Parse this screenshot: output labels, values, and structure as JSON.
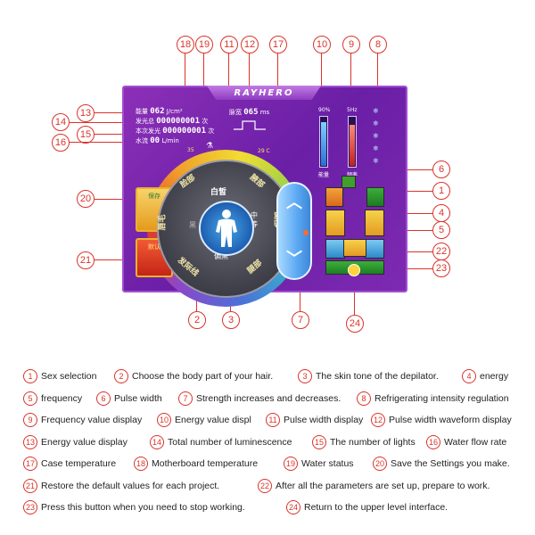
{
  "device": {
    "brand": "RAYHERO",
    "energy": {
      "label": "能量",
      "value": "062",
      "unit": "J/cm²"
    },
    "total_flashes": {
      "label": "发光总",
      "value": "000000001",
      "unit": "次"
    },
    "current_flashes": {
      "label": "本次发光",
      "value": "000000001",
      "unit": "次"
    },
    "water_flow": {
      "label": "水流",
      "value": "00",
      "unit": "L/min"
    },
    "pulse_width": {
      "label": "脉宽",
      "value": "065",
      "unit": "ms"
    },
    "energy_percent": "90%",
    "frequency": "5Hz",
    "energy_bar_label": "能量",
    "frequency_bar_label": "频率",
    "energy_level": 0.9,
    "frequency_level": 0.85,
    "board_temp": "35",
    "case_temp": "29 C",
    "save_label": "保存",
    "default_label": "默认",
    "dial": {
      "top_left": "脸部",
      "top_right": "腋部",
      "right": "腿部",
      "bottom_right": "腿部",
      "bottom_left": "发际线",
      "left": "唇毛",
      "skin_white": "白皙",
      "skin_mid": "中等",
      "skin_dark": "偏黑",
      "skin_black": "黑"
    }
  },
  "callouts": [
    "1",
    "2",
    "3",
    "4",
    "5",
    "6",
    "7",
    "8",
    "9",
    "10",
    "11",
    "12",
    "13",
    "14",
    "15",
    "16",
    "17",
    "18",
    "19",
    "20",
    "21",
    "22",
    "23",
    "24"
  ],
  "legend": [
    [
      {
        "n": "1",
        "t": "Sex selection"
      },
      {
        "n": "2",
        "t": "Choose the body part of your hair."
      },
      {
        "n": "3",
        "t": "The skin tone of the depilator."
      },
      {
        "n": "4",
        "t": "energy"
      }
    ],
    [
      {
        "n": "5",
        "t": "frequency"
      },
      {
        "n": "6",
        "t": "Pulse width"
      },
      {
        "n": "7",
        "t": "Strength increases and decreases."
      },
      {
        "n": "8",
        "t": "Refrigerating intensity regulation"
      }
    ],
    [
      {
        "n": "9",
        "t": "Frequency value display"
      },
      {
        "n": "10",
        "t": "Energy value displ"
      },
      {
        "n": "11",
        "t": "Pulse width display"
      },
      {
        "n": "12",
        "t": "Pulse width waveform display"
      }
    ],
    [
      {
        "n": "13",
        "t": "Energy value display"
      },
      {
        "n": "14",
        "t": "Total number of luminescence"
      },
      {
        "n": "15",
        "t": "The number of lights"
      },
      {
        "n": "16",
        "t": "Water flow rate"
      }
    ],
    [
      {
        "n": "17",
        "t": "Case temperature"
      },
      {
        "n": "18",
        "t": "Motherboard temperature"
      },
      {
        "n": "19",
        "t": "Water status"
      },
      {
        "n": "20",
        "t": "Save the Settings you make."
      }
    ],
    [
      {
        "n": "21",
        "t": "Restore the default values for each project."
      },
      {
        "n": "22",
        "t": "After all the parameters are set up, prepare to work."
      }
    ],
    [
      {
        "n": "23",
        "t": "Press this button when you need to stop working."
      },
      {
        "n": "24",
        "t": "Return to the upper level interface."
      }
    ]
  ]
}
